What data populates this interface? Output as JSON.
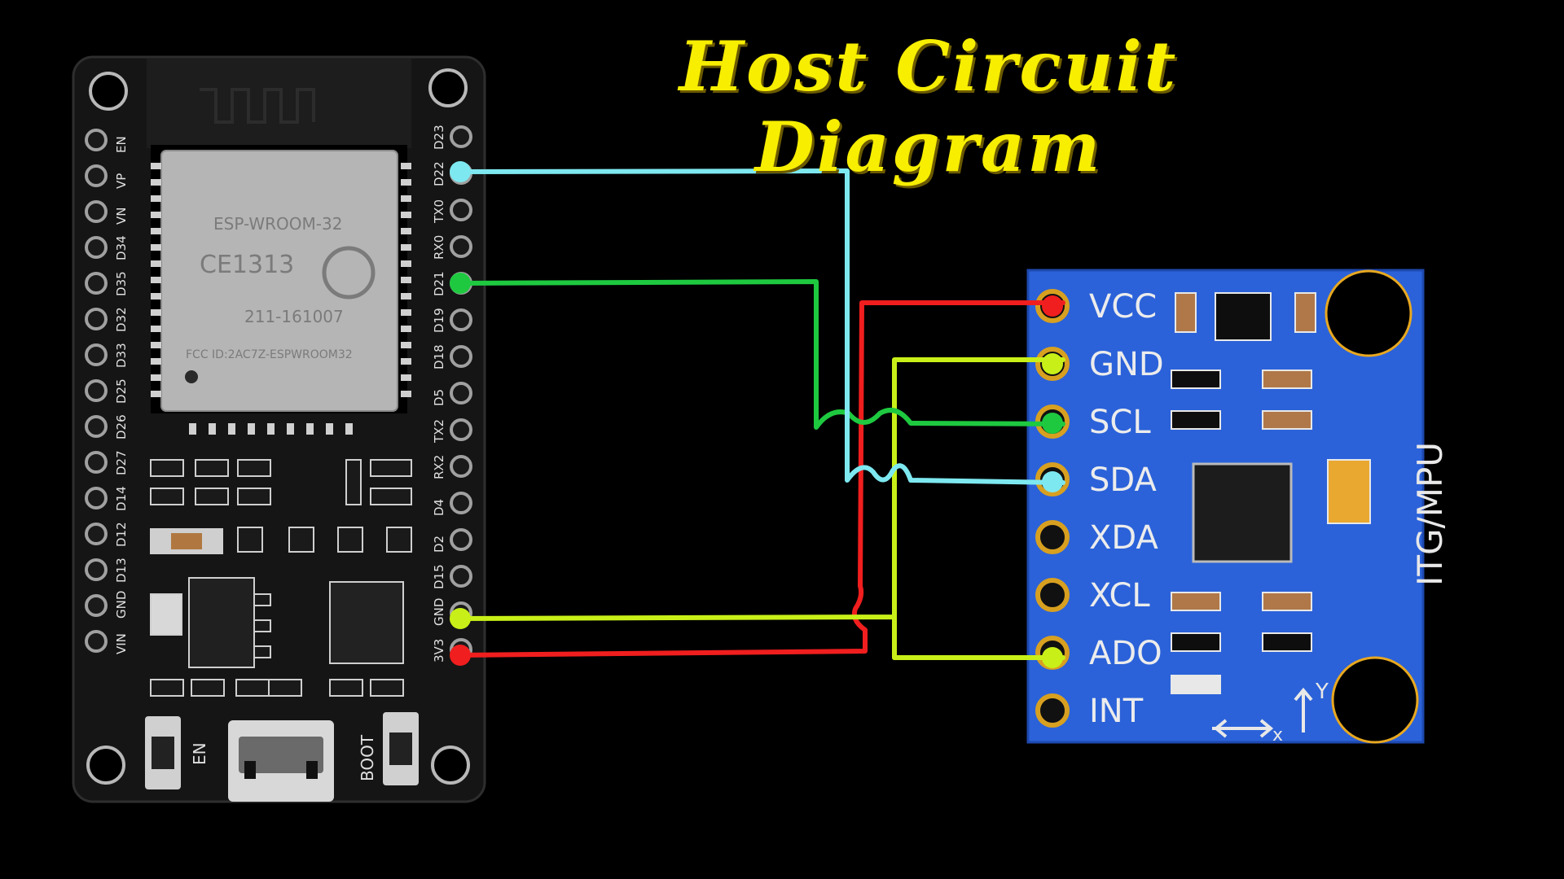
{
  "title": "Host Circuit Diagram",
  "esp32": {
    "module_label": "ESP-WROOM-32",
    "ce_mark": "CE1313",
    "cert_code": "211-161007",
    "fcc_id": "FCC ID:2AC7Z-ESPWROOM32",
    "left_pins": [
      "EN",
      "VP",
      "VN",
      "D34",
      "D35",
      "D32",
      "D33",
      "D25",
      "D26",
      "D27",
      "D14",
      "D12",
      "D13",
      "GND",
      "VIN"
    ],
    "right_pins": [
      "D23",
      "D22",
      "TX0",
      "RX0",
      "D21",
      "D19",
      "D18",
      "D5",
      "TX2",
      "RX2",
      "D4",
      "D2",
      "D15",
      "GND",
      "3V3"
    ],
    "button_en": "EN",
    "button_boot": "BOOT"
  },
  "mpu": {
    "pins": [
      "VCC",
      "GND",
      "SCL",
      "SDA",
      "XDA",
      "XCL",
      "ADO",
      "INT"
    ],
    "side_label": "ITG/MPU",
    "axis_x": "x",
    "axis_y": "Y"
  },
  "connections": [
    {
      "from": "D22",
      "to": "SDA",
      "color": "#7ee8f0"
    },
    {
      "from": "D21",
      "to": "SCL",
      "color": "#1ec940"
    },
    {
      "from": "GND",
      "to": "GND",
      "color": "#c8f018"
    },
    {
      "from": "3V3",
      "to": "VCC",
      "color": "#f01e1e"
    }
  ]
}
